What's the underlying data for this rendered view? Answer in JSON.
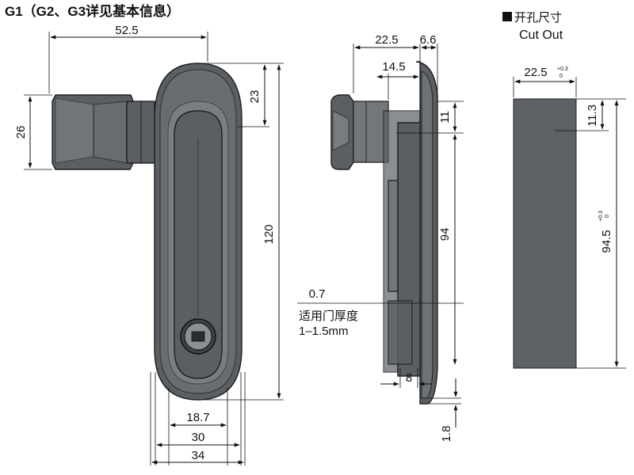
{
  "header": {
    "title": "G1（G2、G3详见基本信息）"
  },
  "cutout": {
    "title_cn": "开孔尺寸",
    "title_en": "Cut Out",
    "width_value": "22.5",
    "width_tol_upper": "+0.3",
    "width_tol_lower": "0",
    "height_value": "94.5",
    "height_tol_upper": "+0.3",
    "height_tol_lower": "0",
    "offset_value": "11.3",
    "fill_color": "#5e6267"
  },
  "front_view": {
    "dim_overall_width": "52.5",
    "dim_handle_height": "26",
    "dim_top_offset": "23",
    "dim_total_height": "120",
    "dim_bottom_inner": "18.7",
    "dim_bottom_mid": "30",
    "dim_bottom_outer": "34",
    "body_color": "#5b5f64"
  },
  "side_view": {
    "dim_depth": "22.5",
    "dim_plate": "6.6",
    "dim_handle_depth": "14.5",
    "dim_top_gap": "11",
    "dim_height": "94",
    "dim_door_gap": "0.7",
    "door_note_line1": "适用门厚度",
    "door_note_line2": "1–1.5mm",
    "dim_latch": "8",
    "dim_bottom": "1.8"
  }
}
